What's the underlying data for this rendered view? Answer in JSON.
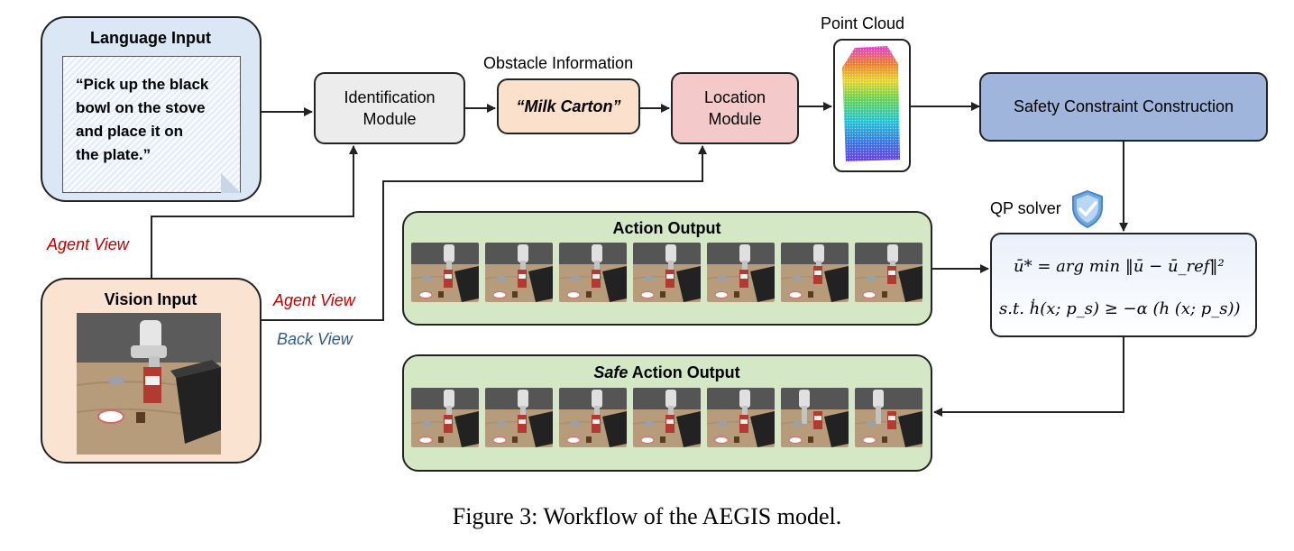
{
  "language_input": {
    "title": "Language Input",
    "quote_lines": [
      "“Pick up the black",
      "bowl on the stove",
      "and place it on",
      "the plate.”"
    ]
  },
  "vision_input": {
    "title": "Vision Input"
  },
  "identification_module": {
    "line1": "Identification",
    "line2": "Module"
  },
  "obstacle_information": {
    "label": "Obstacle Information",
    "value": "“Milk Carton”"
  },
  "location_module": {
    "line1": "Location",
    "line2": "Module"
  },
  "point_cloud": {
    "label": "Point Cloud"
  },
  "safety_constraint": {
    "label": "Safety Constraint Construction"
  },
  "qp_solver": {
    "label": "QP solver"
  },
  "equation": {
    "line1": "ū* = arg min ‖ū − ū_ref‖²",
    "line2": "s.t. ḣ(x; p_s) ≥ −α (h (x; p_s))"
  },
  "action_output": {
    "title": "Action Output",
    "frame_count": 7
  },
  "safe_action_output": {
    "title_italic": "Safe",
    "title_rest": " Action Output",
    "frame_count": 7
  },
  "view_labels": {
    "agent_view_1": "Agent View",
    "agent_view_2": "Agent View",
    "back_view": "Back View"
  },
  "caption": "Figure 3: Workflow of the AEGIS model.",
  "colors": {
    "language_bg": "#dbe7f5",
    "vision_bg": "#fbe3d2",
    "identification_bg": "#ececec",
    "obstacle_bg": "#fbe1cc",
    "location_bg": "#f3c9c9",
    "safety_bg": "#9fb5db",
    "action_bg": "#d5e8c6",
    "agent_view_red": "#c00000",
    "back_view_blue": "#2e5a88"
  }
}
